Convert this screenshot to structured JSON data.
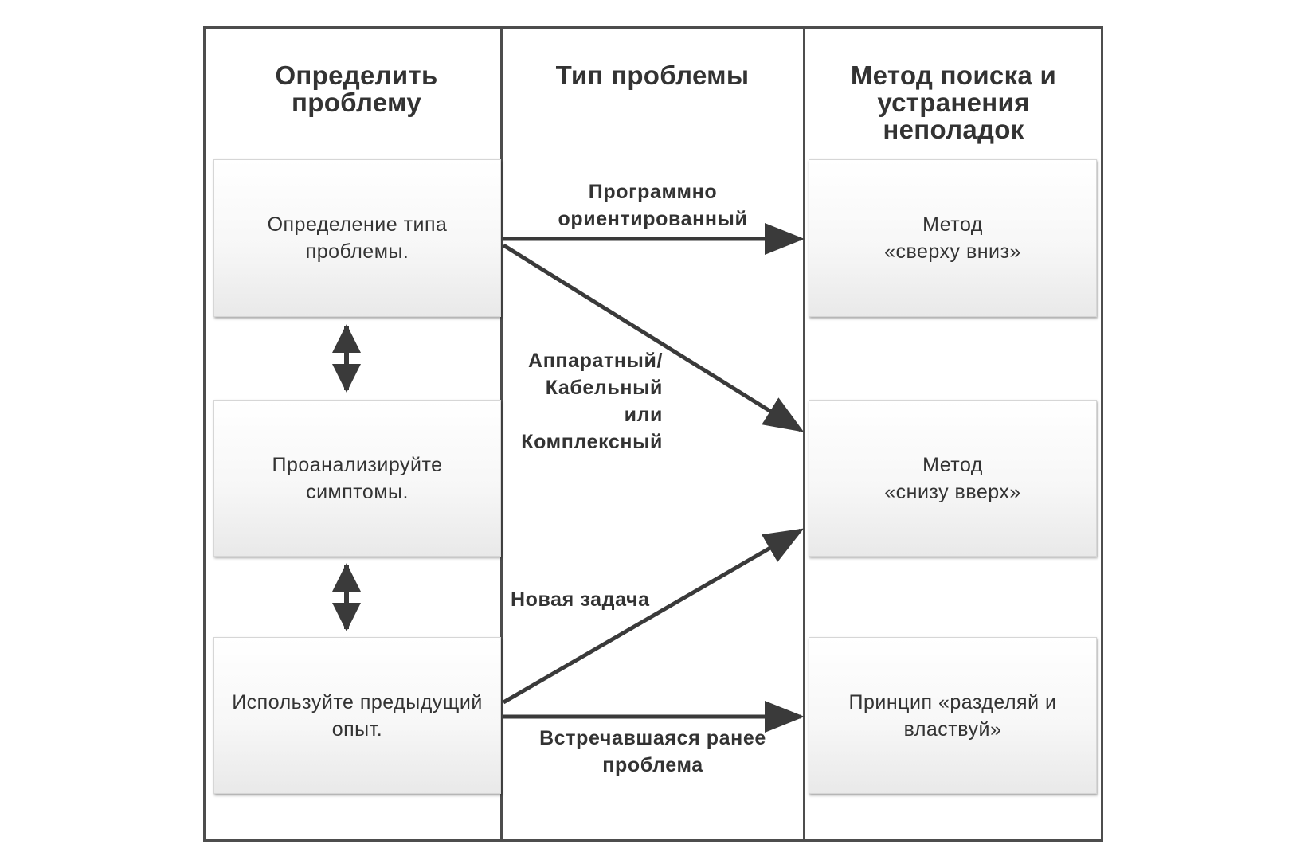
{
  "columns": [
    {
      "header": "Определить\nпроблему"
    },
    {
      "header": "Тип проблемы"
    },
    {
      "header": "Метод поиска и\nустранения\nнеполадок"
    }
  ],
  "steps": [
    {
      "text": "Определение типа\nпроблемы."
    },
    {
      "text": "Проанализируйте\nсимптомы."
    },
    {
      "text": "Используйте предыдущий\nопыт."
    }
  ],
  "methods": [
    {
      "text": "Метод\n«сверху вниз»"
    },
    {
      "text": "Метод\n«снизу вверх»"
    },
    {
      "text": "Принцип «разделяй и\nвластвуй»"
    }
  ],
  "problem_types": {
    "software": "Программно\nориентированный",
    "hardware": "Аппаратный/\nКабельный\nили\nКомплексный",
    "new_task": "Новая задача",
    "known": "Встречавшаяся ранее\nпроблема"
  },
  "colors": {
    "line": "#3a3a3a",
    "text": "#333333",
    "frame": "#4d4d4d"
  }
}
